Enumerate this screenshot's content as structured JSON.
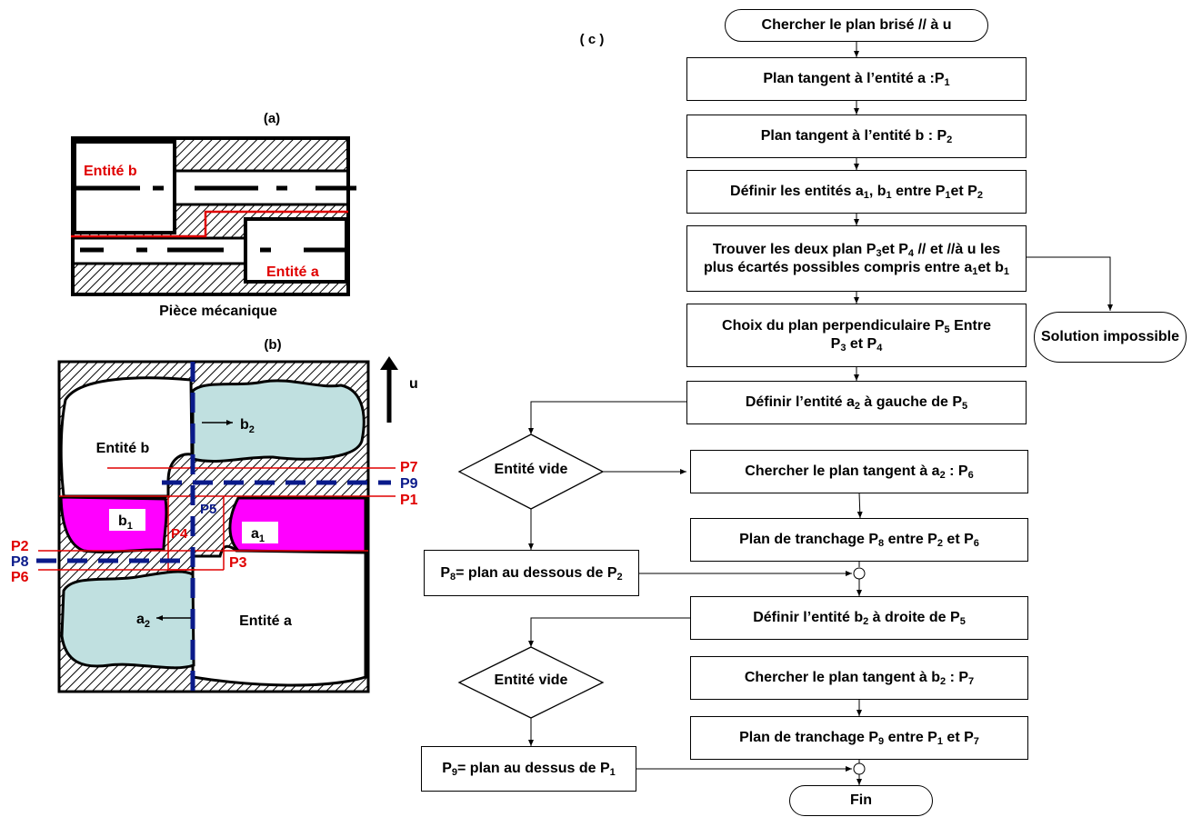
{
  "labels": {
    "panel_a": "(a)",
    "panel_b": "(b)",
    "panel_c": "( c )",
    "piece": "Pièce mécanique",
    "entite_b": "Entité b",
    "entite_a": "Entité a",
    "u": "u",
    "b2": "b",
    "b2_sub": "2",
    "a2": "a",
    "a2_sub": "2",
    "b1": "b",
    "b1_sub": "1",
    "a1": "a",
    "a1_sub": "1",
    "P1": "P1",
    "P2": "P2",
    "P3": "P3",
    "P4": "P4",
    "P5": "P5",
    "P6": "P6",
    "P7": "P7",
    "P8": "P8",
    "P9": "P9"
  },
  "flow": {
    "start": "Chercher le plan brisé // à u",
    "n1": {
      "t": "Plan tangent à l’entité a :P",
      "s": "1"
    },
    "n2": {
      "t": "Plan tangent à l’entité b : P",
      "s": "2"
    },
    "n3": {
      "t1": "Définir les entités a",
      "s1": "1",
      "t2": ", b",
      "s2": "1",
      "t3": " entre P",
      "s3": "1",
      "t4": "et P",
      "s4": "2"
    },
    "n4": {
      "t1": "Trouver les deux plan P",
      "s1": "3",
      "t2": "et P",
      "s2": "4",
      "t3": " // et //à u les plus écartés possibles compris entre a",
      "s3": "1",
      "t4": "et b",
      "s4": "1"
    },
    "n5": {
      "t1": "Choix du plan perpendiculaire P",
      "s1": "5",
      "t2": " Entre P",
      "s2": "3",
      "t3": " et P",
      "s3": "4"
    },
    "impossible": "Solution impossible",
    "n6": {
      "t1": "Définir l’entité a",
      "s1": "2",
      "t2": " à gauche de P",
      "s2": "5"
    },
    "d1": "Entité vide",
    "n7": {
      "t1": "Chercher le plan tangent à a",
      "s1": "2",
      "t2": " : P",
      "s2": "6"
    },
    "n8": {
      "t1": "Plan de tranchage P",
      "s1": "8",
      "t2": " entre P",
      "s2": "2",
      "t3": " et P",
      "s3": "6"
    },
    "n9": {
      "t1": "P",
      "s1": "8",
      "t2": "= plan au dessous de P",
      "s2": "2"
    },
    "n10": {
      "t1": "Définir l’entité b",
      "s1": "2",
      "t2": " à droite de P",
      "s2": "5"
    },
    "d2": "Entité vide",
    "n11": {
      "t1": "Chercher le plan tangent à b",
      "s1": "2",
      "t2": " : P",
      "s2": "7"
    },
    "n12": {
      "t1": "Plan de tranchage P",
      "s1": "9",
      "t2": " entre P",
      "s2": "1",
      "t3": " et P",
      "s3": "7"
    },
    "n13": {
      "t1": "P",
      "s1": "9",
      "t2": "= plan au dessus de P",
      "s2": "1"
    },
    "end": "Fin"
  },
  "colors": {
    "red": "#e00000",
    "blue": "#0a1a8a",
    "magenta": "#ff00ff",
    "teal": "#c0e0e0"
  }
}
